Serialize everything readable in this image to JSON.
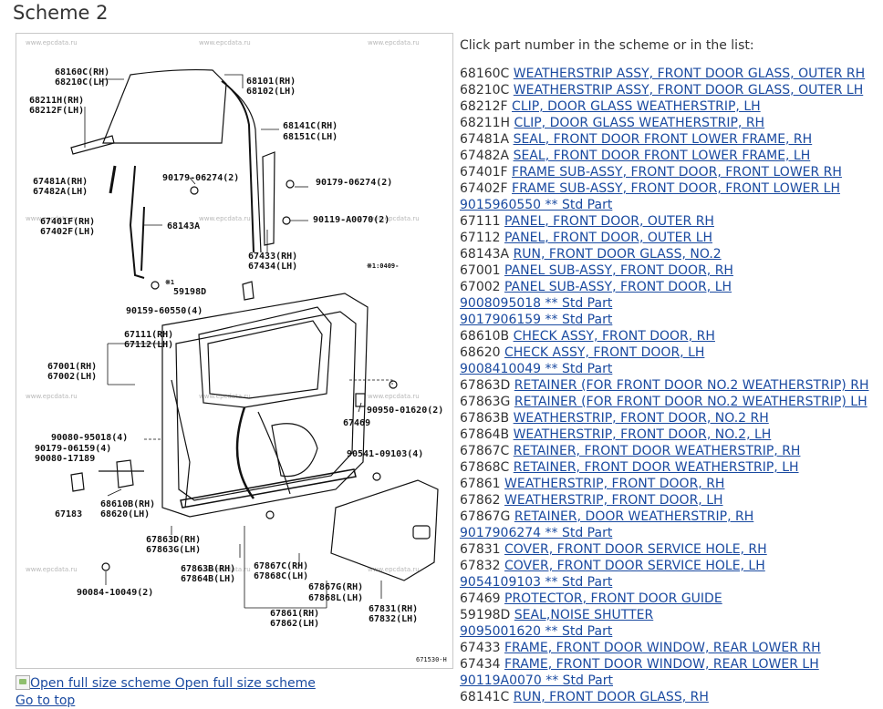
{
  "page": {
    "title": "Scheme 2",
    "hint": "Click part number in the scheme or in the list:",
    "open_full_img_alt": "Open full size scheme",
    "open_full_link": "Open full size scheme",
    "go_to_top": "Go to top"
  },
  "scheme": {
    "watermark": "www.epcdata.ru",
    "figure_code": "671530-H",
    "note": "※1:0409-",
    "labels": [
      "68160C(RH)",
      "68210C(LH)",
      "68211H(RH)",
      "68212F(LH)",
      "68101(RH)",
      "68102(LH)",
      "68141C(RH)",
      "68151C(LH)",
      "67481A(RH)",
      "67482A(LH)",
      "90179-06274(2)",
      "90179-06274(2)",
      "67401F(RH)",
      "67402F(LH)",
      "68143A",
      "90119-A0070(2)",
      "67433(RH)",
      "67434(LH)",
      "※1",
      "59198D",
      "90159-60550(4)",
      "67111(RH)",
      "67112(LH)",
      "67001(RH)",
      "67002(LH)",
      "90950-01620(2)",
      "67469",
      "90080-95018(4)",
      "90179-06159(4)",
      "90080-17189",
      "90541-09103(4)",
      "68610B(RH)",
      "68620(LH)",
      "67183",
      "67863D(RH)",
      "67863G(LH)",
      "67863B(RH)",
      "67864B(LH)",
      "67867C(RH)",
      "67868C(LH)",
      "67867G(RH)",
      "67868L(LH)",
      "90084-10049(2)",
      "67861(RH)",
      "67862(LH)",
      "67831(RH)",
      "67832(LH)"
    ]
  },
  "parts": [
    {
      "code": "68160C",
      "name": "WEATHERSTRIP ASSY, FRONT DOOR GLASS, OUTER RH"
    },
    {
      "code": "68210C",
      "name": "WEATHERSTRIP ASSY, FRONT DOOR GLASS, OUTER LH"
    },
    {
      "code": "68212F",
      "name": "CLIP, DOOR GLASS WEATHERSTRIP, LH"
    },
    {
      "code": "68211H",
      "name": "CLIP, DOOR GLASS WEATHERSTRIP, RH"
    },
    {
      "code": "67481A",
      "name": "SEAL, FRONT DOOR FRONT LOWER FRAME, RH"
    },
    {
      "code": "67482A",
      "name": "SEAL, FRONT DOOR FRONT LOWER FRAME, LH"
    },
    {
      "code": "67401F",
      "name": "FRAME SUB-ASSY, FRONT DOOR, FRONT LOWER RH"
    },
    {
      "code": "67402F",
      "name": "FRAME SUB-ASSY, FRONT DOOR, FRONT LOWER LH"
    },
    {
      "code": "",
      "name": "9015960550 ** Std Part"
    },
    {
      "code": "67111",
      "name": "PANEL, FRONT DOOR, OUTER RH"
    },
    {
      "code": "67112",
      "name": "PANEL, FRONT DOOR, OUTER LH"
    },
    {
      "code": "68143A",
      "name": "RUN, FRONT DOOR GLASS, NO.2"
    },
    {
      "code": "67001",
      "name": "PANEL SUB-ASSY, FRONT DOOR, RH"
    },
    {
      "code": "67002",
      "name": "PANEL SUB-ASSY, FRONT DOOR, LH"
    },
    {
      "code": "",
      "name": "9008095018 ** Std Part"
    },
    {
      "code": "",
      "name": "9017906159 ** Std Part"
    },
    {
      "code": "68610B",
      "name": "CHECK ASSY, FRONT DOOR, RH"
    },
    {
      "code": "68620",
      "name": "CHECK ASSY, FRONT DOOR, LH"
    },
    {
      "code": "",
      "name": "9008410049 ** Std Part"
    },
    {
      "code": "67863D",
      "name": "RETAINER (FOR FRONT DOOR NO.2 WEATHERSTRIP) RH"
    },
    {
      "code": "67863G",
      "name": "RETAINER (FOR FRONT DOOR NO.2 WEATHERSTRIP) LH"
    },
    {
      "code": "67863B",
      "name": "WEATHERSTRIP, FRONT DOOR, NO.2 RH"
    },
    {
      "code": "67864B",
      "name": "WEATHERSTRIP, FRONT DOOR, NO.2, LH"
    },
    {
      "code": "67867C",
      "name": "RETAINER, FRONT DOOR WEATHERSTRIP, RH"
    },
    {
      "code": "67868C",
      "name": "RETAINER, FRONT DOOR WEATHERSTRIP, LH"
    },
    {
      "code": "67861",
      "name": "WEATHERSTRIP, FRONT DOOR, RH"
    },
    {
      "code": "67862",
      "name": "WEATHERSTRIP, FRONT DOOR, LH"
    },
    {
      "code": "67867G",
      "name": "RETAINER, DOOR WEATHERSTRIP, RH"
    },
    {
      "code": "",
      "name": "9017906274 ** Std Part"
    },
    {
      "code": "67831",
      "name": "COVER, FRONT DOOR SERVICE HOLE, RH"
    },
    {
      "code": "67832",
      "name": "COVER, FRONT DOOR SERVICE HOLE, LH"
    },
    {
      "code": "",
      "name": "9054109103 ** Std Part"
    },
    {
      "code": "67469",
      "name": "PROTECTOR, FRONT DOOR GUIDE"
    },
    {
      "code": "59198D",
      "name": "SEAL,NOISE SHUTTER"
    },
    {
      "code": "",
      "name": "9095001620 ** Std Part"
    },
    {
      "code": "67433",
      "name": "FRAME, FRONT DOOR WINDOW, REAR LOWER RH"
    },
    {
      "code": "67434",
      "name": "FRAME, FRONT DOOR WINDOW, REAR LOWER LH"
    },
    {
      "code": "",
      "name": "90119A0070 ** Std Part"
    },
    {
      "code": "68141C",
      "name": "RUN, FRONT DOOR GLASS, RH"
    }
  ]
}
